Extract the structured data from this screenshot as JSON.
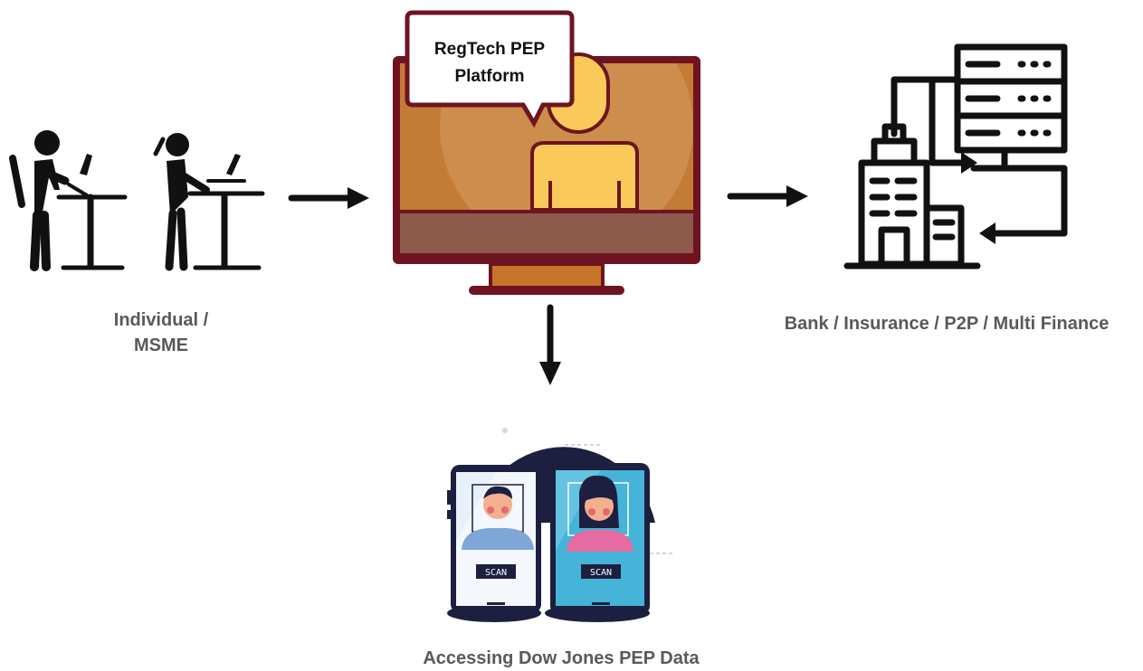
{
  "nodes": {
    "individual": {
      "label_lines": [
        "Individual /",
        "MSME"
      ],
      "icon": "standing-desk-workers-icon"
    },
    "platform": {
      "bubble_lines": [
        "RegTech PEP",
        "Platform"
      ],
      "icon": "monitor-user-icon"
    },
    "institutions": {
      "label": "Bank / Insurance / P2P / Multi Finance",
      "icon": "bank-server-network-icon"
    },
    "dowjones": {
      "label": "Accessing Dow Jones PEP Data",
      "icon": "face-scan-phones-icon",
      "scan_label": "SCAN"
    }
  },
  "arrows": [
    {
      "from": "individual",
      "to": "platform"
    },
    {
      "from": "platform",
      "to": "institutions"
    },
    {
      "from": "platform",
      "to": "dowjones"
    }
  ],
  "colors": {
    "monitor_frame": "#6e1420",
    "monitor_screen": "#c47b36",
    "monitor_base": "#c8742b",
    "person": "#f9c95a",
    "label_text": "#595959",
    "phone_right": "#45b4d8",
    "dome": "#1c1f3f"
  }
}
